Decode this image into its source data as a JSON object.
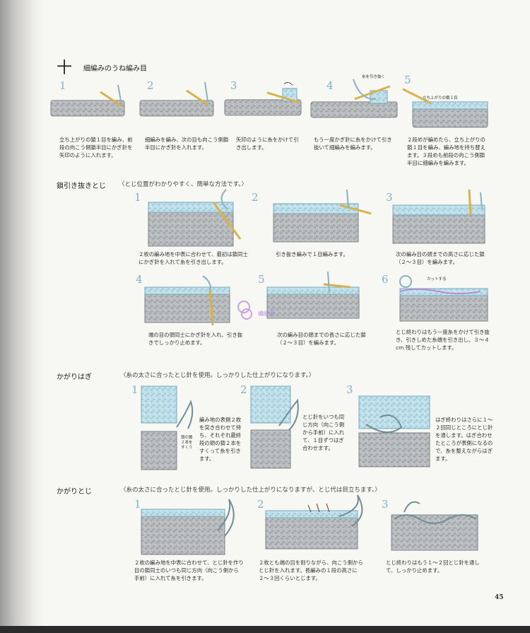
{
  "header": {
    "number": "十",
    "title": "細編みのうね編み目"
  },
  "section1": {
    "steps": [
      {
        "num": "1",
        "caption": "立ち上がりの鎖１目を編み、前段の向こう側鎖半目にかぎ針を矢印のように入れます。"
      },
      {
        "num": "2",
        "caption": "細編みを編み、次の目も向こう側鎖半目にかぎ針を入れます。"
      },
      {
        "num": "3",
        "caption": "矢印のように糸をかけて引き出します。"
      },
      {
        "num": "4",
        "caption": "もう一度かぎ針に糸をかけて引き抜いて細編みを編みます。",
        "label": "糸を引き抜く"
      },
      {
        "num": "5",
        "caption": "２段めが編めたら、立ち上がりの鎖１目を編み、編み地を持ち替えます。３段めも前段の向こう側鎖半目に細編みを編みます。",
        "label": "立ち上がりの鎖１目"
      }
    ]
  },
  "section2": {
    "title": "鎖引き抜きとじ",
    "subtitle": "〈とじ位置がわかりやすく、簡単な方法です。〉",
    "steps": [
      {
        "num": "1",
        "caption": "２枚の編み地を中表に合わせて、最初は鎖同士にかぎ針を入れて糸を引き出します。"
      },
      {
        "num": "2",
        "caption": "引き抜き編みで１目編みます。"
      },
      {
        "num": "3",
        "caption": "次の編み目の頭までの高さに応じた鎖（２〜３目）を編みます。"
      },
      {
        "num": "4",
        "caption": "端の目の頭同士にかぎ針を入れ、引き抜きでしっかり止めます。"
      },
      {
        "num": "5",
        "caption": "次の編み目の頭までの長さに応じた鎖（２〜３目）を編みます。"
      },
      {
        "num": "6",
        "caption": "とじ終わりはもう一度糸をかけて引き抜き、引きしめた糸端を引き出し、３〜４cm 残してカットします。",
        "label": "カットする"
      }
    ]
  },
  "section3": {
    "title": "かがりはぎ",
    "subtitle": "〈糸の太さに合ったとじ針を使用。しっかりした仕上がりになります。〉",
    "steps": [
      {
        "num": "1",
        "caption": "編み地の表側２枚を突き合わせて持ち、それぞれ最終段の頭の鎖２本をすくって糸を引きます。",
        "label": "頭の鎖２本をすくう"
      },
      {
        "num": "2",
        "caption": "とじ針をいつも同じ方向（向こう側から手前）に入れて、１目ずつはぎ合わせます。"
      },
      {
        "num": "3",
        "caption": "はぎ終わりはさらに１〜２回同じところにとじ針を通します。はぎ合わせたところが表側になるので、糸を整えながらはぎます。"
      }
    ]
  },
  "section4": {
    "title": "かがりとじ",
    "subtitle": "〈糸の太さに合ったとじ針を使用。しっかりした仕上がりになりますが、とじ代は目立ちます。〉",
    "steps": [
      {
        "num": "1",
        "caption": "２枚の編み地を中表に合わせて、とじ針を作り目の鎖同士のいつも同じ方向（向こう側から手前）に入れて糸を引きます。"
      },
      {
        "num": "2",
        "caption": "２枚とも端の目を割りながら、向こう側からとじ針を入れます。長編みの１段の高さに２〜３回くらいとじます。"
      },
      {
        "num": "3",
        "caption": "とじ終わりはもう１〜２回とじ針を通して、しっかり止めます。"
      }
    ]
  },
  "watermark": "编织屋",
  "page_number": "45"
}
